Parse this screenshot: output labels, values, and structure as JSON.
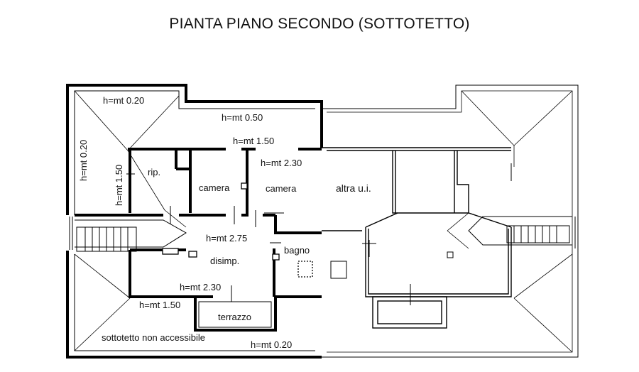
{
  "title": "PIANTA  PIANO SECONDO (SOTTOTETTO)",
  "rooms": {
    "rip": "rip.",
    "camera_1": "camera",
    "camera_2": "camera",
    "altra_ui": "altra u.i.",
    "disimp": "disimp.",
    "bagno": "bagno",
    "terrazzo": "terrazzo",
    "sottotetto": "sottotetto non accessibile"
  },
  "heights": {
    "h_top_left": "h=mt 0.20",
    "h_left_vertical": "h=mt 0.20",
    "h_top_mid": "h=mt 0.50",
    "h_upper_corridor": "h=mt 1.50",
    "h_rip_vertical": "h=mt 1.50",
    "h_camera": "h=mt 2.30",
    "h_disimp": "h=mt 2.75",
    "h_lower": "h=mt 2.30",
    "h_lower_left": "h=mt 1.50",
    "h_bottom": "h=mt 0.20"
  }
}
